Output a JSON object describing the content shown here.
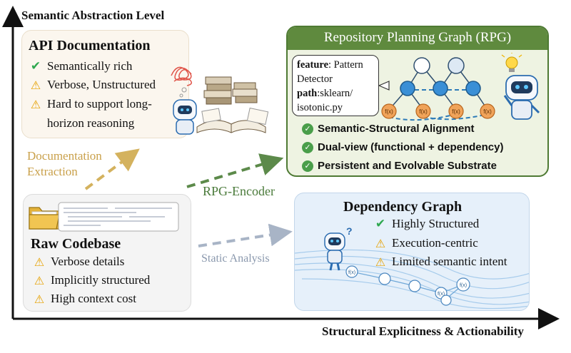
{
  "axes": {
    "y_label": "Semantic Abstraction Level",
    "x_label": "Structural Explicitness & Actionability"
  },
  "api_doc": {
    "title": "API Documentation",
    "items": [
      {
        "icon": "check-icon",
        "text": "Semantically rich"
      },
      {
        "icon": "warning-icon",
        "text": "Verbose, Unstructured"
      },
      {
        "icon": "warning-icon",
        "text": "Hard to support long-"
      },
      {
        "icon": "",
        "text": "horizon reasoning"
      }
    ]
  },
  "rpg": {
    "title": "Repository Planning Graph (RPG)",
    "callout": {
      "feature_key": "feature",
      "feature_value": ": Pattern",
      "feature_value2": "Detector",
      "path_key": "path",
      "path_value": ":sklearn/",
      "path_value2": "isotonic.py"
    },
    "node_label": "f(x)",
    "items": [
      "Semantic-Structural Alignment",
      "Dual-view (functional + dependency)",
      "Persistent and Evolvable Substrate"
    ]
  },
  "raw": {
    "title": "Raw Codebase",
    "items": [
      {
        "icon": "warning-icon",
        "text": "Verbose details"
      },
      {
        "icon": "warning-icon",
        "text": "Implicitly structured"
      },
      {
        "icon": "warning-icon",
        "text": "High context cost"
      }
    ]
  },
  "dep": {
    "title": "Dependency Graph",
    "node_label": "f(x)",
    "question": "?",
    "items": [
      {
        "icon": "check-icon",
        "text": "Highly Structured"
      },
      {
        "icon": "warning-icon",
        "text": "Execution-centric"
      },
      {
        "icon": "warning-icon",
        "text": "Limited semantic intent"
      }
    ]
  },
  "arrows": {
    "doc_extraction_1": "Documentation",
    "doc_extraction_2": "Extraction",
    "rpg_encoder": "RPG-Encoder",
    "static_analysis": "Static Analysis"
  },
  "colors": {
    "rpg_border": "#4e7a33",
    "rpg_header": "#5f8a3e",
    "rpg_bg": "#eef3e2",
    "api_bg": "#fbf6ee",
    "raw_bg": "#f4f4f4",
    "dep_bg": "#e6f0fa",
    "doc_arrow": "#d4b25e",
    "rpg_arrow": "#5c8a4a",
    "static_arrow": "#a8b4c6"
  }
}
